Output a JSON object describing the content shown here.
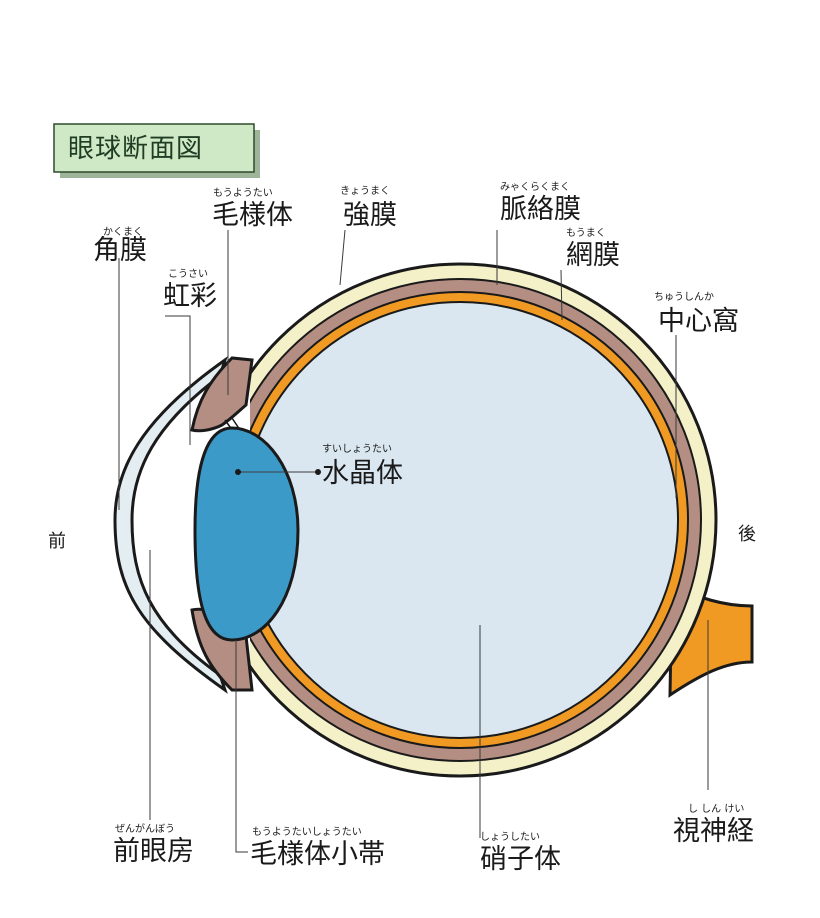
{
  "title": "眼球断面図",
  "orientation": {
    "front": "前",
    "back": "後"
  },
  "labels": {
    "cornea": {
      "text": "角膜",
      "ruby": "かくまく"
    },
    "ciliary_body": {
      "text": "毛様体",
      "ruby": "もうようたい"
    },
    "sclera": {
      "text": "強膜",
      "ruby": "きょうまく"
    },
    "choroid": {
      "text": "脈絡膜",
      "ruby": "みゃくらくまく"
    },
    "retina": {
      "text": "網膜",
      "ruby": "もうまく"
    },
    "fovea": {
      "text": "中心窩",
      "ruby": "ちゅうしんか"
    },
    "iris": {
      "text": "虹彩",
      "ruby": "こうさい"
    },
    "lens": {
      "text": "水晶体",
      "ruby": "すいしょうたい"
    },
    "anterior_chamber": {
      "text": "前眼房",
      "ruby": "ぜんがんぼう"
    },
    "zonule": {
      "text": "毛様体小帯",
      "ruby": "もうようたいしょうたい"
    },
    "vitreous": {
      "text": "硝子体",
      "ruby": "しょうしたい"
    },
    "optic_nerve": {
      "text": "視神経",
      "ruby": "し しん けい"
    }
  },
  "colors": {
    "sclera": "#f4f0c8",
    "choroid": "#b48e83",
    "retina": "#f09a24",
    "vitreous": "#dae7f0",
    "lens": "#3c9ac9",
    "cornea": "#e4eef2",
    "title_box": "#cfe8c5"
  }
}
